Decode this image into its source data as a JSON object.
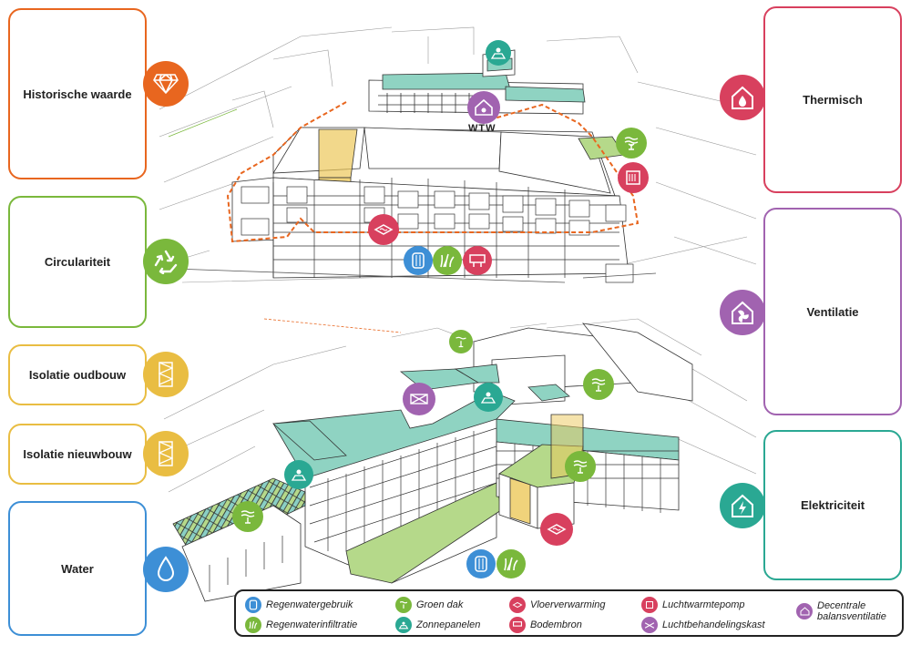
{
  "categories": {
    "historische_waarde": {
      "label": "Historische waarde",
      "color": "#e8661f"
    },
    "circulariteit": {
      "label": "Circulariteit",
      "color": "#7ab83c"
    },
    "isolatie_oudbouw": {
      "label": "Isolatie oudbouw",
      "color": "#e9bd42"
    },
    "isolatie_nieuwbouw": {
      "label": "Isolatie nieuwbouw",
      "color": "#e9bd42"
    },
    "water": {
      "label": "Water",
      "color": "#3d8fd6"
    },
    "thermisch": {
      "label": "Thermisch",
      "color": "#d8405e"
    },
    "ventilatie": {
      "label": "Ventilatie",
      "color": "#a163b0"
    },
    "elektriciteit": {
      "label": "Elektriciteit",
      "color": "#2aa893"
    }
  },
  "scene": {
    "wtw_label": "WTW"
  },
  "legend": [
    {
      "key": "regenwatergebruik",
      "label": "Regenwatergebruik",
      "color": "#3d8fd6",
      "icon": "water-tank-icon"
    },
    {
      "key": "regenwaterinfiltratie",
      "label": "Regenwaterinfiltratie",
      "color": "#7ab83c",
      "icon": "grass-icon"
    },
    {
      "key": "groen_dak",
      "label": "Groen dak",
      "color": "#7ab83c",
      "icon": "green-roof-icon"
    },
    {
      "key": "zonnepanelen",
      "label": "Zonnepanelen",
      "color": "#2aa893",
      "icon": "solar-panel-icon"
    },
    {
      "key": "vloerverwarming",
      "label": "Vloerverwarming",
      "color": "#d8405e",
      "icon": "floor-heating-icon"
    },
    {
      "key": "bodembron",
      "label": "Bodembron",
      "color": "#d8405e",
      "icon": "ground-source-icon"
    },
    {
      "key": "luchtwarmtepomp",
      "label": "Luchtwarmtepomp",
      "color": "#d8405e",
      "icon": "heat-pump-icon"
    },
    {
      "key": "luchtbehandelingskast",
      "label": "Luchtbehandelingskast",
      "color": "#a163b0",
      "icon": "air-handling-unit-icon"
    },
    {
      "key": "decentrale_balansventilatie",
      "label": "Decentrale balansventilatie",
      "color": "#a163b0",
      "icon": "decentral-ventilation-icon"
    }
  ]
}
